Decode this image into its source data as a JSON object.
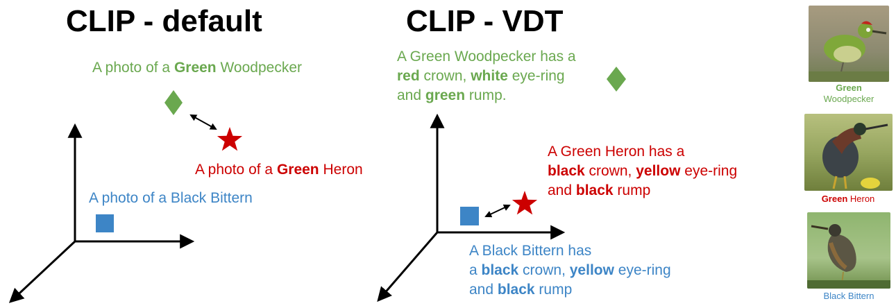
{
  "left": {
    "title": "CLIP - default",
    "woodpecker": {
      "pre": "A photo of a ",
      "bold": "Green",
      "post": " Woodpecker"
    },
    "heron": {
      "pre": "A photo of a ",
      "bold": "Green",
      "post": " Heron"
    },
    "bittern": {
      "text": "A photo of a Black Bittern"
    }
  },
  "right": {
    "title": "CLIP - VDT",
    "woodpecker": {
      "l1": "A Green Woodpecker has a",
      "l2_b1": "red",
      "l2_t1": " crown, ",
      "l2_b2": "white",
      "l2_t2": " eye-ring",
      "l3_b1": "green",
      "l3_t1": " rump."
    },
    "heron": {
      "l1": "A Green Heron has a",
      "l2_b1": "black",
      "l2_t1": " crown, ",
      "l2_b2": "yellow",
      "l2_t2": " eye-ring",
      "l3_t0": "and ",
      "l3_b1": "black",
      "l3_t1": " rump"
    },
    "bittern": {
      "l1": "A Black Bittern has",
      "l2_t0": "a ",
      "l2_b1": "black",
      "l2_t1": " crown, ",
      "l2_b2": "yellow",
      "l2_t2": " eye-ring",
      "l3_t0": "and ",
      "l3_b1": "black",
      "l3_t1": " rump"
    }
  },
  "word_and": "and ",
  "captions": {
    "woodpecker": {
      "bold": "Green",
      "text": "Woodpecker"
    },
    "heron": {
      "bold": "Green",
      "text": " Heron"
    },
    "bittern": {
      "text": "Black Bittern"
    }
  },
  "colors": {
    "green": "#6aa84f",
    "red": "#cc0000",
    "blue": "#3d85c6",
    "axis": "#000000"
  }
}
